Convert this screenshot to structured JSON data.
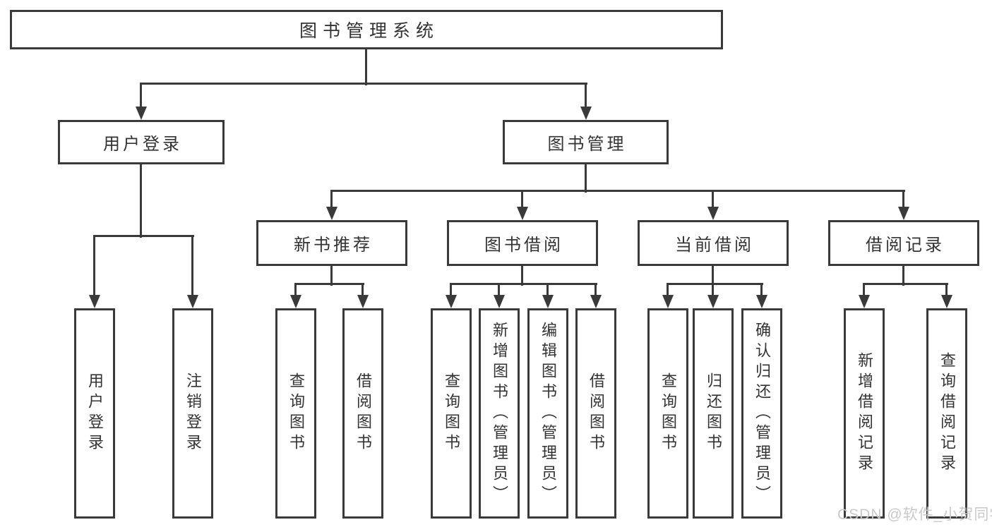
{
  "diagram": {
    "nodes": [
      {
        "id": "root",
        "label": "图书管理系统",
        "level": 1,
        "parent": null,
        "vertical": false
      },
      {
        "id": "user-login",
        "label": "用户登录",
        "level": 2,
        "parent": "root",
        "vertical": false
      },
      {
        "id": "book-management",
        "label": "图书管理",
        "level": 2,
        "parent": "root",
        "vertical": false
      },
      {
        "id": "new-book-recommend",
        "label": "新书推荐",
        "level": 3,
        "parent": "book-management",
        "vertical": false
      },
      {
        "id": "book-borrowing",
        "label": "图书借阅",
        "level": 3,
        "parent": "book-management",
        "vertical": false
      },
      {
        "id": "current-borrowing",
        "label": "当前借阅",
        "level": 3,
        "parent": "book-management",
        "vertical": false
      },
      {
        "id": "borrowing-records",
        "label": "借阅记录",
        "level": 3,
        "parent": "book-management",
        "vertical": false
      },
      {
        "id": "leaf-user-login",
        "label": "用户登录",
        "level": 4,
        "parent": "user-login",
        "vertical": true
      },
      {
        "id": "leaf-logout",
        "label": "注销登录",
        "level": 4,
        "parent": "user-login",
        "vertical": true
      },
      {
        "id": "leaf-query-books-1",
        "label": "查询图书",
        "level": 4,
        "parent": "new-book-recommend",
        "vertical": true
      },
      {
        "id": "leaf-borrow-books-1",
        "label": "借阅图书",
        "level": 4,
        "parent": "new-book-recommend",
        "vertical": true
      },
      {
        "id": "leaf-query-books-2",
        "label": "查询图书",
        "level": 4,
        "parent": "book-borrowing",
        "vertical": true
      },
      {
        "id": "leaf-add-books",
        "label": "新增图书（管理员）",
        "level": 4,
        "parent": "book-borrowing",
        "vertical": true
      },
      {
        "id": "leaf-edit-books",
        "label": "编辑图书（管理员）",
        "level": 4,
        "parent": "book-borrowing",
        "vertical": true
      },
      {
        "id": "leaf-borrow-books-2",
        "label": "借阅图书",
        "level": 4,
        "parent": "book-borrowing",
        "vertical": true
      },
      {
        "id": "leaf-query-books-3",
        "label": "查询图书",
        "level": 4,
        "parent": "current-borrowing",
        "vertical": true
      },
      {
        "id": "leaf-return-books",
        "label": "归还图书",
        "level": 4,
        "parent": "current-borrowing",
        "vertical": true
      },
      {
        "id": "leaf-confirm-return",
        "label": "确认归还（管理员）",
        "level": 4,
        "parent": "current-borrowing",
        "vertical": true
      },
      {
        "id": "leaf-add-borrow-record",
        "label": "新增借阅记录",
        "level": 4,
        "parent": "borrowing-records",
        "vertical": true
      },
      {
        "id": "leaf-query-borrow-record",
        "label": "查询借阅记录",
        "level": 4,
        "parent": "borrowing-records",
        "vertical": true
      }
    ]
  },
  "watermark": {
    "text": "CSDN @软件_小贺同学"
  },
  "colors": {
    "line": "#3a3a3a",
    "border": "#3a3a3a",
    "text": "#333333",
    "background": "#ffffff",
    "watermark": "#c9c9c9"
  }
}
